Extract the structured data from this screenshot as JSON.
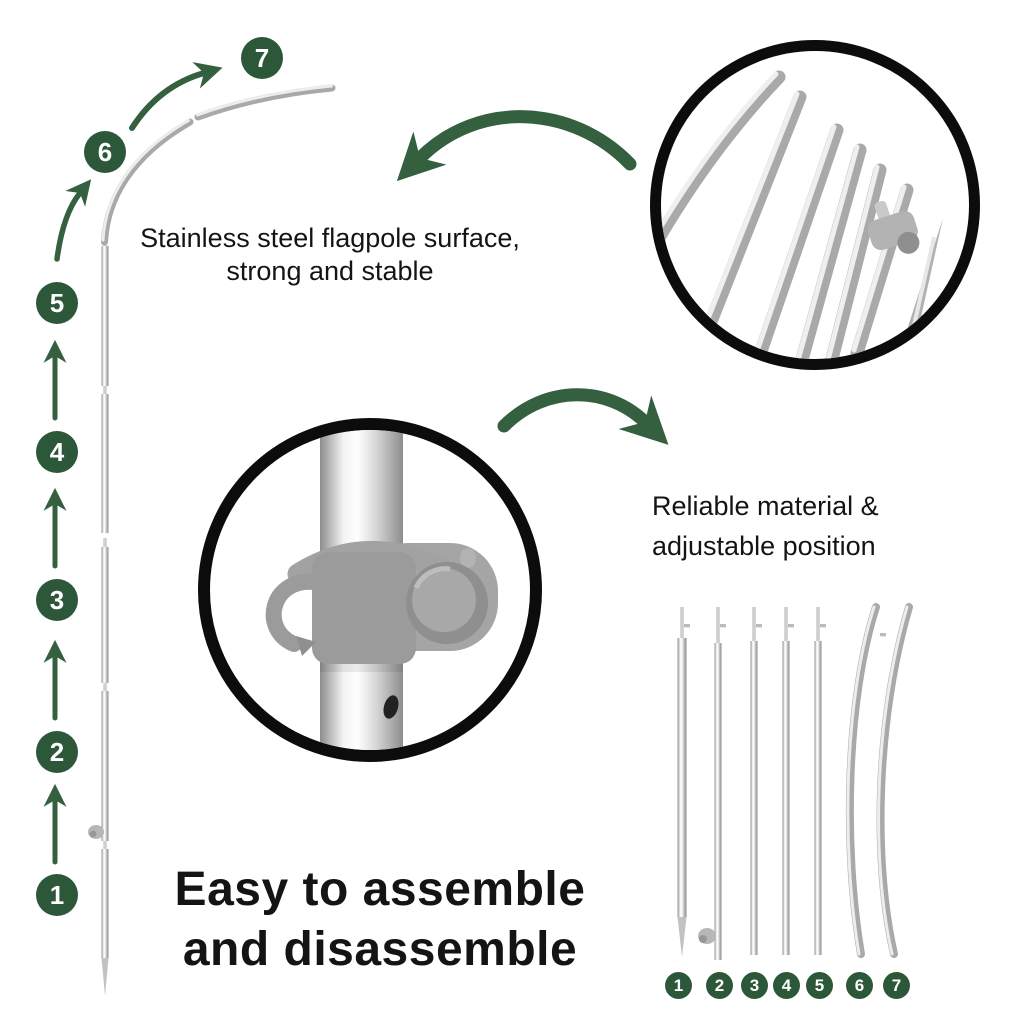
{
  "colors": {
    "badge_green": "#2c5839",
    "arrow_green": "#34603f",
    "metal_gray": "#c9c9c9",
    "circle_border_black": "#0c0c0c",
    "text_black": "#141414"
  },
  "steps": [
    "1",
    "2",
    "3",
    "4",
    "5",
    "6",
    "7"
  ],
  "captions": {
    "surface_line1": "Stainless steel flagpole surface,",
    "surface_line2": "strong and stable",
    "material_line1": "Reliable material &",
    "material_line2": "adjustable position",
    "assemble_line1": "Easy to assemble",
    "assemble_line2": "and disassemble"
  }
}
